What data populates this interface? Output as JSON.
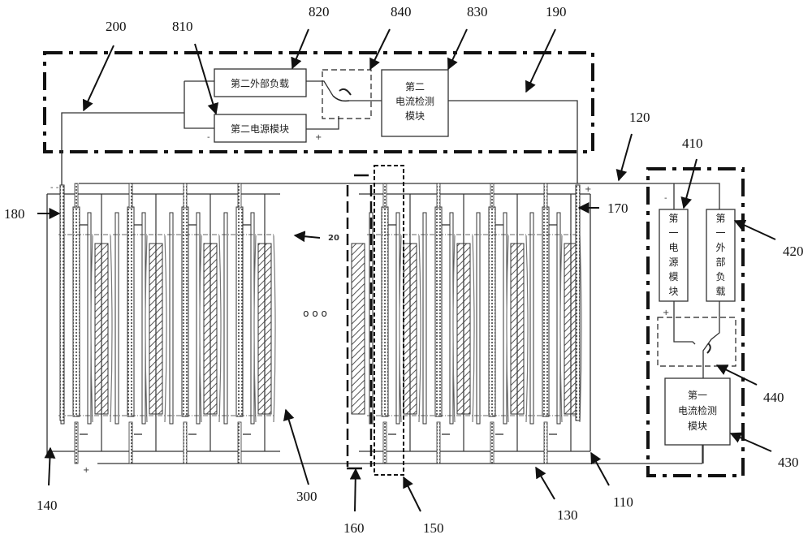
{
  "figure": {
    "reference_labels": {
      "r200": "200",
      "r810": "810",
      "r820": "820",
      "r840": "840",
      "r830": "830",
      "r190": "190",
      "r120": "120",
      "r410": "410",
      "r420": "420",
      "r180": "180",
      "r170": "170",
      "r20": "20",
      "r440": "440",
      "r430": "430",
      "r140": "140",
      "r300": "300",
      "r160": "160",
      "r150": "150",
      "r130": "130",
      "r110": "110"
    },
    "second_circuit": {
      "external_load": "第二外部负载",
      "power_module": "第二电源模块",
      "current_detect_line1": "第二",
      "current_detect_line2": "电流检测",
      "current_detect_line3": "模块",
      "minus_sign": "-",
      "plus_sign": "+"
    },
    "first_circuit": {
      "power_module_chars": [
        "第",
        "一",
        "电",
        "源",
        "模",
        "块"
      ],
      "external_load_chars": [
        "第",
        "一",
        "外",
        "部",
        "负",
        "载"
      ],
      "current_detect_line1": "第一",
      "current_detect_line2": "电流检测",
      "current_detect_line3": "模块",
      "minus_sign": "-",
      "plus_sign": "+"
    },
    "stack": {
      "left_minus": "- -",
      "left_plus": "+",
      "right_plus": "+",
      "ellipsis": "o  o  o",
      "left_groups": 5,
      "right_groups": 5
    }
  }
}
